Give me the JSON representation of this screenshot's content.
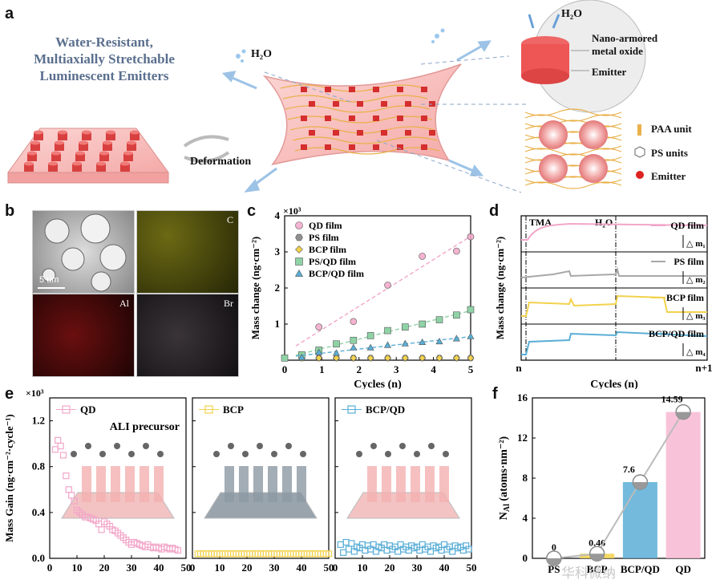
{
  "panel_labels": {
    "a": "a",
    "b": "b",
    "c": "c",
    "d": "d",
    "e": "e",
    "f": "f"
  },
  "panel_a": {
    "title_lines": [
      "Water-Resistant,",
      "Multiaxially Stretchable",
      "Luminescent Emitters"
    ],
    "deformation": "Deformation",
    "h2o_left": "H₂O",
    "h2o_right": "H₂O",
    "inset_label_1": "Nano-armored",
    "inset_label_2": "metal oxide",
    "inset_label_3": "Emitter",
    "legend": [
      "PAA unit",
      "PS units",
      "Emitter"
    ],
    "colors": {
      "title": "#5a6f8e",
      "film": "#f3b6b4",
      "pillar": "#d83b3b",
      "chain": "#e9b04a"
    }
  },
  "panel_b": {
    "labels": [
      "C",
      "Al",
      "Br"
    ],
    "scale_bar": "5 um"
  },
  "chart_data": [
    {
      "id": "c",
      "type": "scatter",
      "multiplier": "×10³",
      "xlabel": "Cycles (n)",
      "ylabel": "Mass change (ng·cm⁻²)",
      "xlim": [
        0,
        5
      ],
      "ylim": [
        0,
        4
      ],
      "xticks": [
        "0",
        "1",
        "2",
        "3",
        "4",
        "5"
      ],
      "yticks": [
        "1",
        "2",
        "3",
        "4"
      ],
      "legend_position": "top-left",
      "series": [
        {
          "name": "QD film",
          "marker": "circle",
          "color": "#f2a6c9",
          "x": [
            0.92,
            1.85,
            2.77,
            3.7,
            4.62,
            5.0
          ],
          "y": [
            0.92,
            1.07,
            2.08,
            2.88,
            3.02,
            3.42
          ]
        },
        {
          "name": "PS film",
          "marker": "hexagon",
          "color": "#8f8f8f",
          "x": [
            0.46,
            0.92,
            1.39,
            1.85,
            2.31,
            2.77,
            3.24,
            3.7,
            4.16,
            4.62,
            5.0
          ],
          "y": [
            0.06,
            0.06,
            0.06,
            0.06,
            0.06,
            0.06,
            0.06,
            0.06,
            0.06,
            0.06,
            0.06
          ]
        },
        {
          "name": "BCP film",
          "marker": "diamond",
          "color": "#f2d24c",
          "x": [
            0.0,
            0.46,
            0.92,
            1.39,
            1.85,
            2.31,
            2.77,
            3.24,
            3.7,
            4.16,
            4.62,
            5.0
          ],
          "y": [
            0.06,
            0.06,
            0.06,
            0.06,
            0.06,
            0.06,
            0.06,
            0.06,
            0.06,
            0.06,
            0.06,
            0.06
          ]
        },
        {
          "name": "PS/QD film",
          "marker": "square",
          "color": "#8fd2a6",
          "x": [
            0.0,
            0.46,
            0.92,
            1.39,
            1.85,
            2.31,
            2.77,
            3.24,
            3.7,
            4.16,
            4.62,
            5.0
          ],
          "y": [
            0.06,
            0.15,
            0.28,
            0.45,
            0.55,
            0.68,
            0.82,
            0.92,
            1.0,
            1.12,
            1.25,
            1.4
          ]
        },
        {
          "name": "BCP/QD film",
          "marker": "triangle",
          "color": "#5aaed6",
          "x": [
            0.46,
            0.92,
            1.39,
            1.85,
            2.31,
            2.77,
            3.24,
            3.7,
            4.16,
            4.62,
            5.0
          ],
          "y": [
            0.08,
            0.22,
            0.2,
            0.35,
            0.35,
            0.42,
            0.46,
            0.5,
            0.52,
            0.6,
            0.66
          ]
        }
      ]
    },
    {
      "id": "d",
      "type": "line",
      "xlabel": "Cycles (n)",
      "ylabel": "Mass change (ng·cm⁻²)",
      "x_tick_labels": [
        "n",
        "n+1"
      ],
      "annotations": [
        "TMA",
        "H₂O"
      ],
      "series": [
        {
          "name": "QD film",
          "color": "#f2a6c9",
          "delta": "△ m₁"
        },
        {
          "name": "PS film",
          "color": "#a8a8a8",
          "delta": "△ m₂"
        },
        {
          "name": "BCP film",
          "color": "#f2d24c",
          "delta": "△ m₃"
        },
        {
          "name": "BCP/QD film",
          "color": "#5aaed6",
          "delta": "△ m₄"
        }
      ]
    },
    {
      "id": "e",
      "type": "scatter",
      "multiplier": "×10³",
      "ylabel": "Mass Gain (ng·cm⁻²·cycle⁻¹)",
      "ylim": [
        0,
        1.4
      ],
      "yticks": [
        "0.0",
        "0.4",
        "0.8",
        "1.2"
      ],
      "xticks": [
        "0",
        "10",
        "20",
        "30",
        "40",
        "50"
      ],
      "subpanels": [
        {
          "name": "QD",
          "legend": "QD",
          "note": "ALI precursor",
          "color": "#f2a6c9",
          "y": [
            0.95,
            1.03,
            0.98,
            0.9,
            0.72,
            0.6,
            0.55,
            0.5,
            0.42,
            0.4,
            0.38,
            0.36,
            0.36,
            0.35,
            0.34,
            0.33,
            0.3,
            0.25,
            0.32,
            0.3,
            0.28,
            0.25,
            0.24,
            0.22,
            0.2,
            0.18,
            0.16,
            0.14,
            0.12,
            0.14,
            0.13,
            0.12,
            0.11,
            0.1,
            0.12,
            0.1,
            0.09,
            0.1,
            0.09,
            0.08,
            0.1,
            0.09,
            0.08,
            0.09,
            0.08,
            0.07
          ]
        },
        {
          "name": "BCP",
          "legend": "BCP",
          "color": "#f2d24c",
          "y": [
            0.04,
            0.04,
            0.04,
            0.04,
            0.04,
            0.04,
            0.04,
            0.04,
            0.04,
            0.04,
            0.04,
            0.04,
            0.04,
            0.04,
            0.04,
            0.04,
            0.04,
            0.04,
            0.04,
            0.04,
            0.04,
            0.04,
            0.04,
            0.04,
            0.04,
            0.04,
            0.04,
            0.04,
            0.04,
            0.04,
            0.04,
            0.04,
            0.04,
            0.04,
            0.04,
            0.04,
            0.04,
            0.04,
            0.04,
            0.04,
            0.04,
            0.04,
            0.04,
            0.04,
            0.04,
            0.04,
            0.04,
            0.04,
            0.04
          ]
        },
        {
          "name": "BCP/QD",
          "legend": "BCP/QD",
          "color": "#5aaed6",
          "y": [
            0.12,
            0.05,
            0.14,
            0.08,
            0.13,
            0.06,
            0.1,
            0.09,
            0.12,
            0.07,
            0.11,
            0.08,
            0.12,
            0.06,
            0.1,
            0.09,
            0.12,
            0.07,
            0.11,
            0.08,
            0.1,
            0.06,
            0.12,
            0.08,
            0.1,
            0.07,
            0.11,
            0.09,
            0.1,
            0.07,
            0.12,
            0.08,
            0.1,
            0.06,
            0.11,
            0.09,
            0.1,
            0.07,
            0.12,
            0.08,
            0.1,
            0.06,
            0.11,
            0.09,
            0.1,
            0.07,
            0.11,
            0.08
          ]
        }
      ]
    },
    {
      "id": "f",
      "type": "bar",
      "ylabel": "Nₐₗ (atoms·nm⁻²)",
      "ylabel_main": "N",
      "ylabel_sub": "Al",
      "ylabel_rest": " (atoms·nm⁻²)",
      "categories": [
        "PS",
        "BCP",
        "BCP/QD",
        "QD"
      ],
      "values": [
        0,
        0.46,
        7.6,
        14.59
      ],
      "value_labels": [
        "0",
        "0.46",
        "7.6",
        "14.59"
      ],
      "ylim": [
        0,
        16
      ],
      "yticks": [
        "0",
        "4",
        "8",
        "12",
        "16"
      ],
      "colors": [
        "#b0b0b0",
        "#f2d24c",
        "#5aaed6",
        "#f7b8d2"
      ]
    }
  ],
  "watermark": "华科微纳"
}
